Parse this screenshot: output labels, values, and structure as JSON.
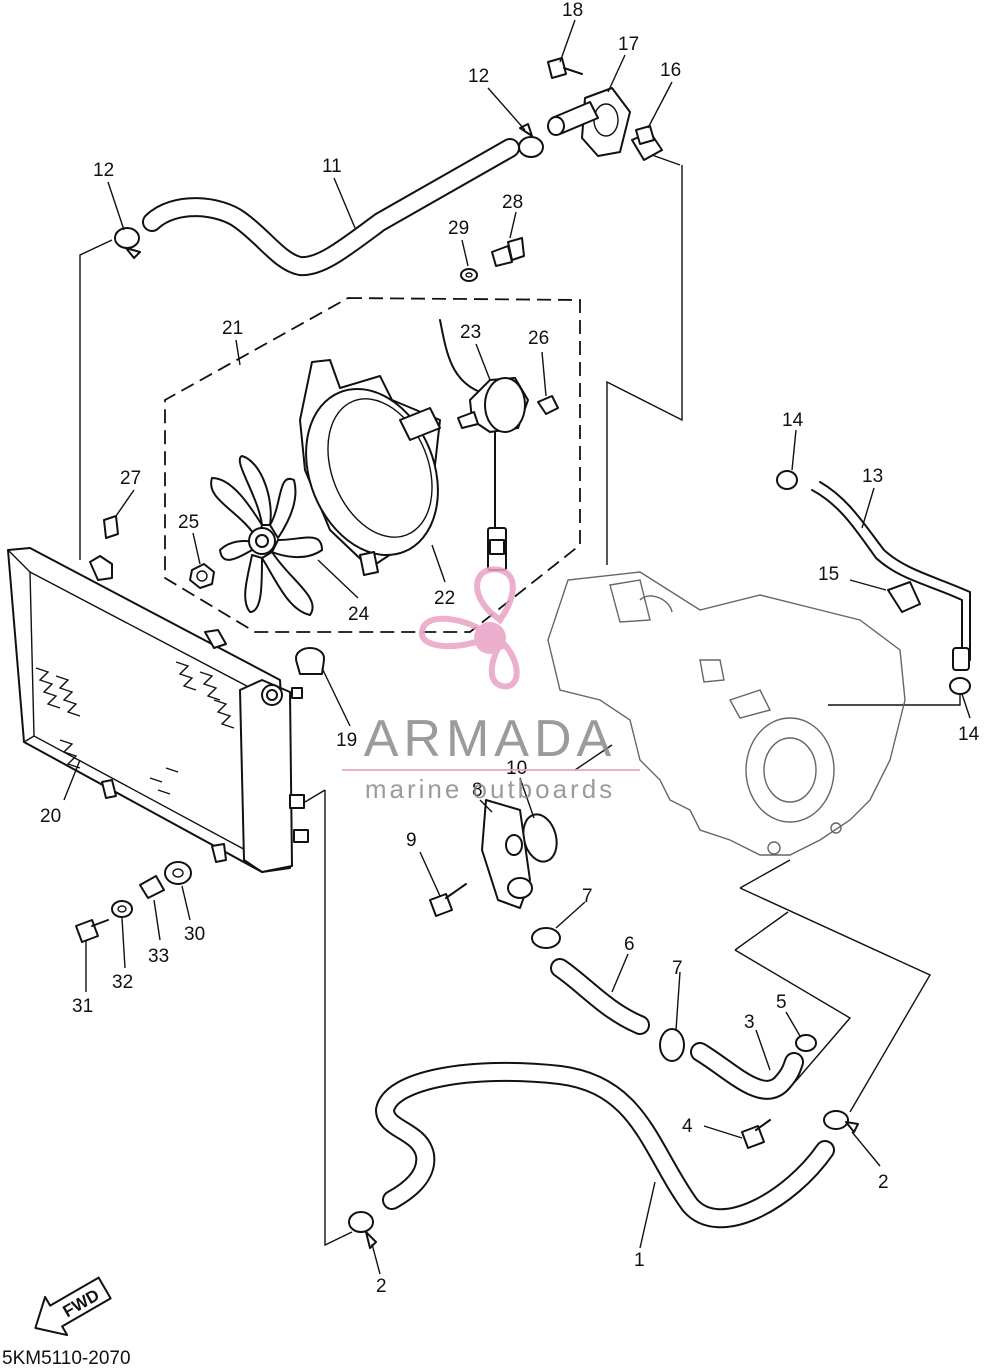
{
  "diagram_code": "5KM5110-2070",
  "fwd_label": "FWD",
  "watermark": {
    "brand": "ARMADA",
    "tagline": "marine outboards",
    "colors": {
      "pink": "#e9a3c6",
      "grey": "#8a8a8a"
    }
  },
  "callouts": [
    {
      "id": "c18",
      "label": "18"
    },
    {
      "id": "c17",
      "label": "17"
    },
    {
      "id": "c16",
      "label": "16"
    },
    {
      "id": "c12a",
      "label": "12"
    },
    {
      "id": "c12b",
      "label": "12"
    },
    {
      "id": "c11",
      "label": "11"
    },
    {
      "id": "c28",
      "label": "28"
    },
    {
      "id": "c29",
      "label": "29"
    },
    {
      "id": "c21",
      "label": "21"
    },
    {
      "id": "c23",
      "label": "23"
    },
    {
      "id": "c26",
      "label": "26"
    },
    {
      "id": "c27",
      "label": "27"
    },
    {
      "id": "c25",
      "label": "25"
    },
    {
      "id": "c24",
      "label": "24"
    },
    {
      "id": "c22",
      "label": "22"
    },
    {
      "id": "c14a",
      "label": "14"
    },
    {
      "id": "c13",
      "label": "13"
    },
    {
      "id": "c15",
      "label": "15"
    },
    {
      "id": "c14b",
      "label": "14"
    },
    {
      "id": "c19",
      "label": "19"
    },
    {
      "id": "c10",
      "label": "10"
    },
    {
      "id": "c8",
      "label": "8"
    },
    {
      "id": "c20",
      "label": "20"
    },
    {
      "id": "c9",
      "label": "9"
    },
    {
      "id": "c7a",
      "label": "7"
    },
    {
      "id": "c6",
      "label": "6"
    },
    {
      "id": "c7b",
      "label": "7"
    },
    {
      "id": "c5",
      "label": "5"
    },
    {
      "id": "c3",
      "label": "3"
    },
    {
      "id": "c30",
      "label": "30"
    },
    {
      "id": "c33",
      "label": "33"
    },
    {
      "id": "c32",
      "label": "32"
    },
    {
      "id": "c31",
      "label": "31"
    },
    {
      "id": "c4",
      "label": "4"
    },
    {
      "id": "c2a",
      "label": "2"
    },
    {
      "id": "c2b",
      "label": "2"
    },
    {
      "id": "c1",
      "label": "1"
    }
  ]
}
